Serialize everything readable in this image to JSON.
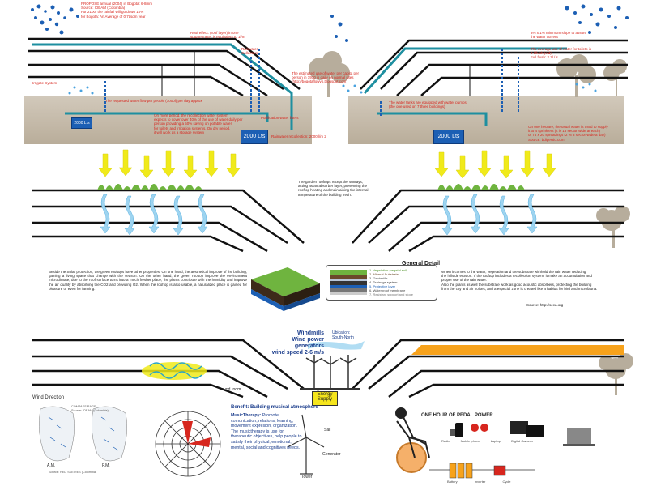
{
  "section1": {
    "left_top_text": [
      "PROPOSE annual (2004) in Bogota: 6-8mm",
      "Source: IDEAM (Colombia)",
      "For 2100, the rainfall will go down 10%",
      "for Bogota: An Average of 0.7l/sqm year"
    ],
    "left_roof_text": [
      "Roof effect: (roof layer) in one",
      "square meter is equivalent to 1l/m"
    ],
    "left_filter_label": [
      "Rainwater",
      "Collectors"
    ],
    "left_irrigation_label": "Irrigate System",
    "left_ground_text": "The requested water flow per people (1000l) per day approx",
    "left_mid_text": [
      "On more period, the recollection water system",
      "expects to cover over 40% of the use of water daily per",
      "person providing a 50% saving on potable water",
      "for toilets and irrigation systems. On dry period,",
      "it will work as a storage system"
    ],
    "left_purification_label": "Purification water filters",
    "left_tank_small": "2000 Lts",
    "left_tank_big": "2000 Lts",
    "left_bottom_text": "Rainwater recollection: 2000 l/m 2",
    "mid_text": [
      "The estimated use of water per capita per",
      "person in 1910 is daily on normal sites",
      "(http://bogotaflowvb.blogspot.com)"
    ],
    "right_top_text": [
      "3% x 1% minimum slope to assure",
      "the water current"
    ],
    "right_consumption_text": [
      "The average use of water for toilets is",
      "9 l/flush (old)",
      "Full flush: 2.7l / s"
    ],
    "right_pumps_text": [
      "The water tanks are equipped with water pumps",
      "(the one used on 7 three buildings)"
    ],
    "right_tank": "2000 Lts",
    "right_bottom_text": [
      "On one hectare, the usual water is used to supply",
      "it to 4 sprinklers (it is 16 sector-wide at each)",
      "or 75 x 20 spreadings (2 % 3 sector-wide a day)",
      "Source: bdigestio.com"
    ]
  },
  "section2": {
    "center_text": [
      "The garden rooftops recept the sunrays,",
      "acting as an absorber layer, preventing the",
      "rooftop heating and maintaining the internal",
      "temperature of the building fresh."
    ],
    "left_text": "Beside the Solar protection, the green rooftops have other properties. On one hand, the aesthetical improve of the building, gaining a living space that change with the season. On the other hand, the green rooftop improve the environment microclimate, due to the roof surface turns into a much fresher place, the plants contribute with the humidity and improve the air quality by absorbing the CO2 and providing O2. When the rooftop is also usable, a naturalized place is gained for pleasure or even for farming.",
    "detail_title": "General Detail",
    "detail_layers": [
      "1. Vegetation (vegetal soil)",
      "2. Mineral Substrate",
      "3. Geotextile",
      "4. Drainage system",
      "5. Protective layer",
      "6. Waterproof membrane",
      "7. Resistant support and slope"
    ],
    "right_text": [
      "When it comes to the water, vegetation and the substrate withhold  the rain water reducing",
      "the hillside erosion. If the rooftop includes a recollection system, it make an accumulation and",
      "proper use of the rain water.",
      "Also the plants as well the substrate work as good acoustic absorbers, protecting the building",
      "from the city and air noises, and a especial zone is created like a habitat for bird and microfauna."
    ],
    "source": "Source: http://seca.org"
  },
  "section3": {
    "windmills_label": [
      "Windmills",
      "Wind power generators",
      "wind speed 2-6 m/s"
    ],
    "windmills_orientation": [
      "Ubication:",
      "South-North"
    ],
    "sound_room": "Sound room",
    "energy_supply": [
      "Energy",
      "Supply"
    ],
    "benefits_title": "Benefit: Building musical atmosphere",
    "music_therapy_title": "MusicTherapy:",
    "music_therapy_text": "Promote comunication, relations, learning, movement expresion, organization. The musictherapy is use for therapeutic objectives, help people to satisfy their physical, emotional, mental, social and cognitives needs.",
    "wind_direction_title": "Wind Direction",
    "wind_rose_title": [
      "COMPASS RAGE",
      "Source: IDEAM (Colombia)"
    ],
    "map_label_left": "A.M.",
    "map_label_right": "P.M.",
    "map_source": "Source: RED SKEIRES (Colombia)",
    "sail_label": "Sail",
    "generator_label": "Generator",
    "tower_label": "Tower",
    "pedal_title": "ONE HOUR OF PEDAL POWER",
    "device_labels": [
      "Radio",
      "Mobile phone",
      "Laptop",
      "Digital Camera"
    ],
    "chain_labels": [
      "Battery",
      "Inverter",
      "Cycle"
    ]
  },
  "colors": {
    "pipe": "#1e8fa0",
    "rain": "#1c5fb4",
    "tank": "#1c5fb4",
    "red_text": "#d7261e",
    "sun": "#f0ea1a",
    "air": "#9ed4f0",
    "ground": "#c9c0b2",
    "orange": "#f7a21b"
  },
  "icons": [
    "rain-dots-icon",
    "sun-arrow-icon",
    "air-flow-icon",
    "windmill-icon",
    "tree-icon",
    "bicycle-icon",
    "wind-rose-icon"
  ]
}
